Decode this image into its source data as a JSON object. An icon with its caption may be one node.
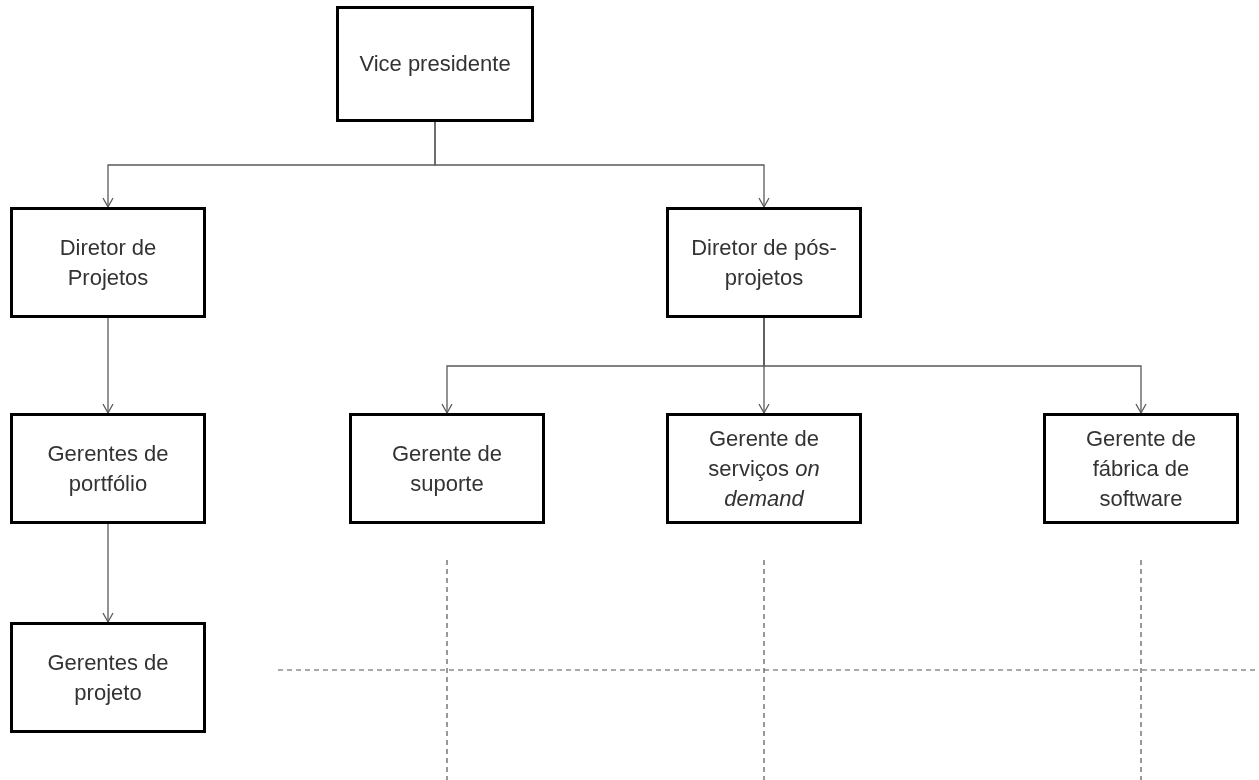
{
  "diagram": {
    "nodes": [
      {
        "text": [
          "Vice presidente"
        ]
      },
      {
        "text": [
          "Diretor de Projetos"
        ]
      },
      {
        "text": [
          "Diretor de pós-projetos"
        ]
      },
      {
        "text": [
          "Gerentes de portfólio"
        ]
      },
      {
        "text": [
          "Gerentes de projeto"
        ]
      },
      {
        "text": [
          "Gerente de suporte"
        ]
      },
      {
        "text": [
          "Gerente de serviços *on demand*"
        ]
      },
      {
        "text": [
          "Gerente de fábrica de software"
        ]
      }
    ],
    "edges": [
      {
        "from": 0,
        "to": 1,
        "arrow": "to"
      },
      {
        "from": 0,
        "to": 2,
        "arrow": "to"
      },
      {
        "from": 1,
        "to": 3,
        "arrow": "to"
      },
      {
        "from": 3,
        "to": 4,
        "arrow": "to"
      },
      {
        "from": 2,
        "to": 5,
        "arrow": "to"
      },
      {
        "from": 2,
        "to": 6,
        "arrow": "to"
      },
      {
        "from": 2,
        "to": 7,
        "arrow": "to"
      }
    ]
  }
}
